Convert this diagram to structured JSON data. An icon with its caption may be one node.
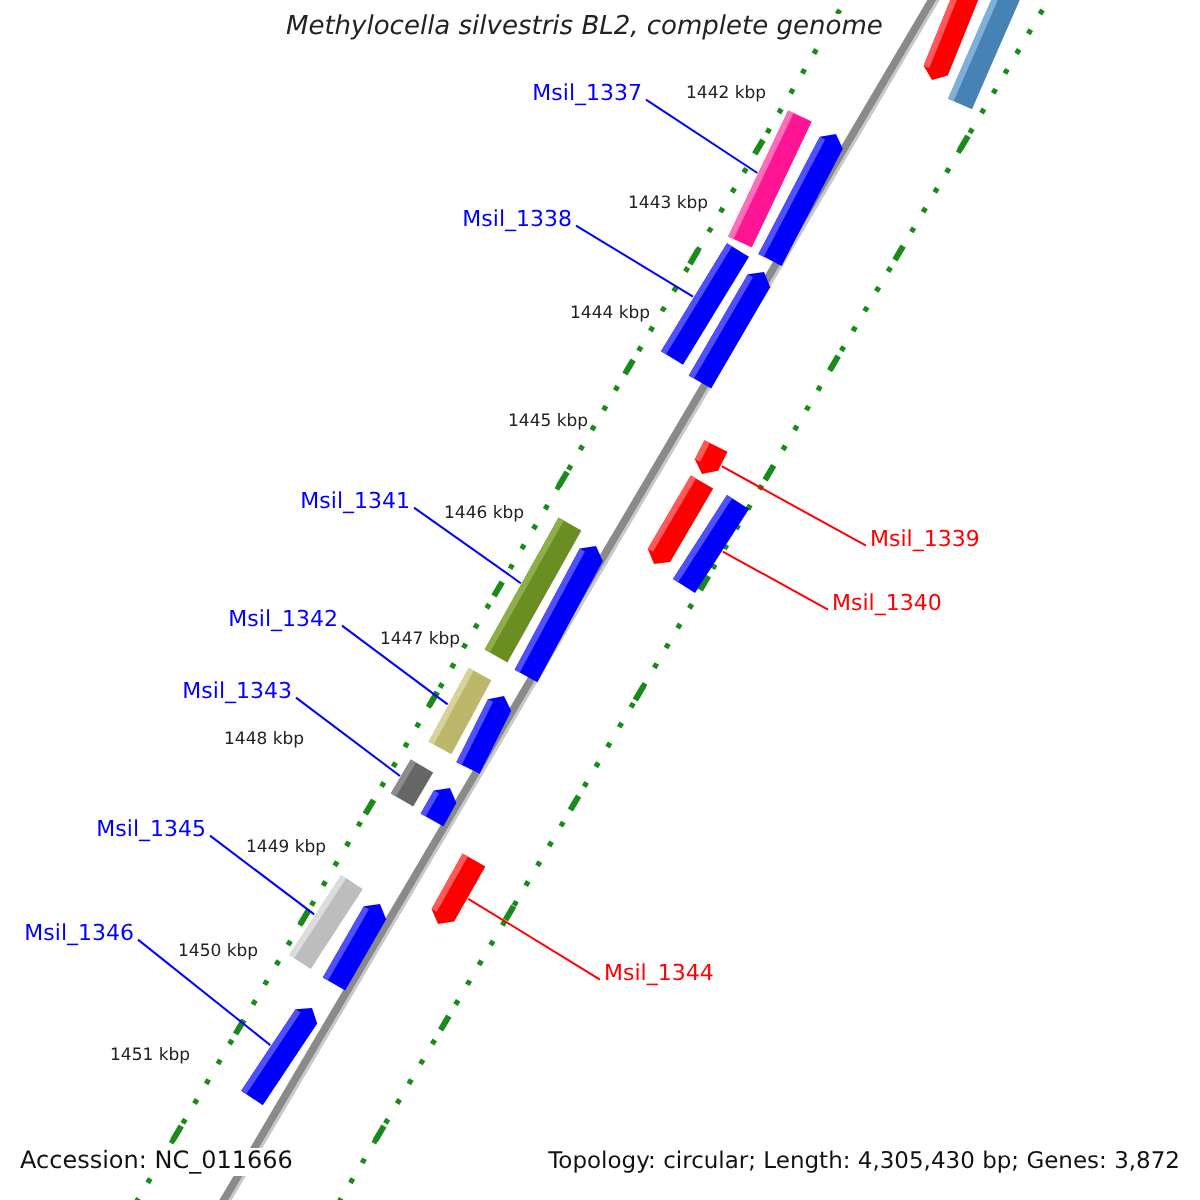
{
  "diagram": {
    "title": "Methylocella silvestris BL2, complete genome",
    "nodes": [
      {
        "text": [
          "Msil_1337"
        ]
      },
      {
        "text": [],
        "shape": "bar"
      },
      {
        "text": [
          "Msil_1338"
        ]
      },
      {
        "text": [],
        "shape": "bar"
      },
      {
        "text": [
          "Msil_1341"
        ]
      },
      {
        "text": [],
        "shape": "bar"
      },
      {
        "text": [
          "Msil_1339"
        ]
      },
      {
        "text": [],
        "shape": "bar"
      },
      {
        "text": [
          "Msil_1340"
        ]
      },
      {
        "text": [],
        "shape": "bar"
      },
      {
        "text": [
          "Msil_1342"
        ]
      },
      {
        "text": [],
        "shape": "bar"
      },
      {
        "text": [
          "Msil_1343"
        ]
      },
      {
        "text": [],
        "shape": "bar"
      },
      {
        "text": [
          "Msil_1345"
        ]
      },
      {
        "text": [],
        "shape": "bar"
      },
      {
        "text": [
          "Msil_1344"
        ]
      },
      {
        "text": [],
        "shape": "bar"
      },
      {
        "text": [
          "Msil_1346"
        ]
      },
      {
        "text": [],
        "shape": "bar"
      }
    ],
    "edges": [
      {
        "from": 0,
        "to": 1,
        "arrow": "none"
      },
      {
        "from": 2,
        "to": 3,
        "arrow": "none"
      },
      {
        "from": 4,
        "to": 5,
        "arrow": "none"
      },
      {
        "from": 6,
        "to": 7,
        "arrow": "none",
        "color": "#ff0000"
      },
      {
        "from": 8,
        "to": 9,
        "arrow": "none",
        "color": "#ff0000"
      },
      {
        "from": 10,
        "to": 11,
        "arrow": "none"
      },
      {
        "from": 12,
        "to": 13,
        "arrow": "none"
      },
      {
        "from": 14,
        "to": 15,
        "arrow": "none"
      },
      {
        "from": 16,
        "to": 17,
        "arrow": "none",
        "color": "#ff0000"
      },
      {
        "from": 18,
        "to": 19,
        "arrow": "none"
      }
    ],
    "labels": [
      "1442 kbp",
      "1443 kbp",
      "1444 kbp",
      "1445 kbp",
      "1446 kbp",
      "1447 kbp",
      "1448 kbp",
      "1449 kbp",
      "1450 kbp",
      "1451 kbp",
      "Accession: NC_011666",
      "Topology: circular; Length: 4,305,430 bp; Genes: 3,872"
    ]
  }
}
